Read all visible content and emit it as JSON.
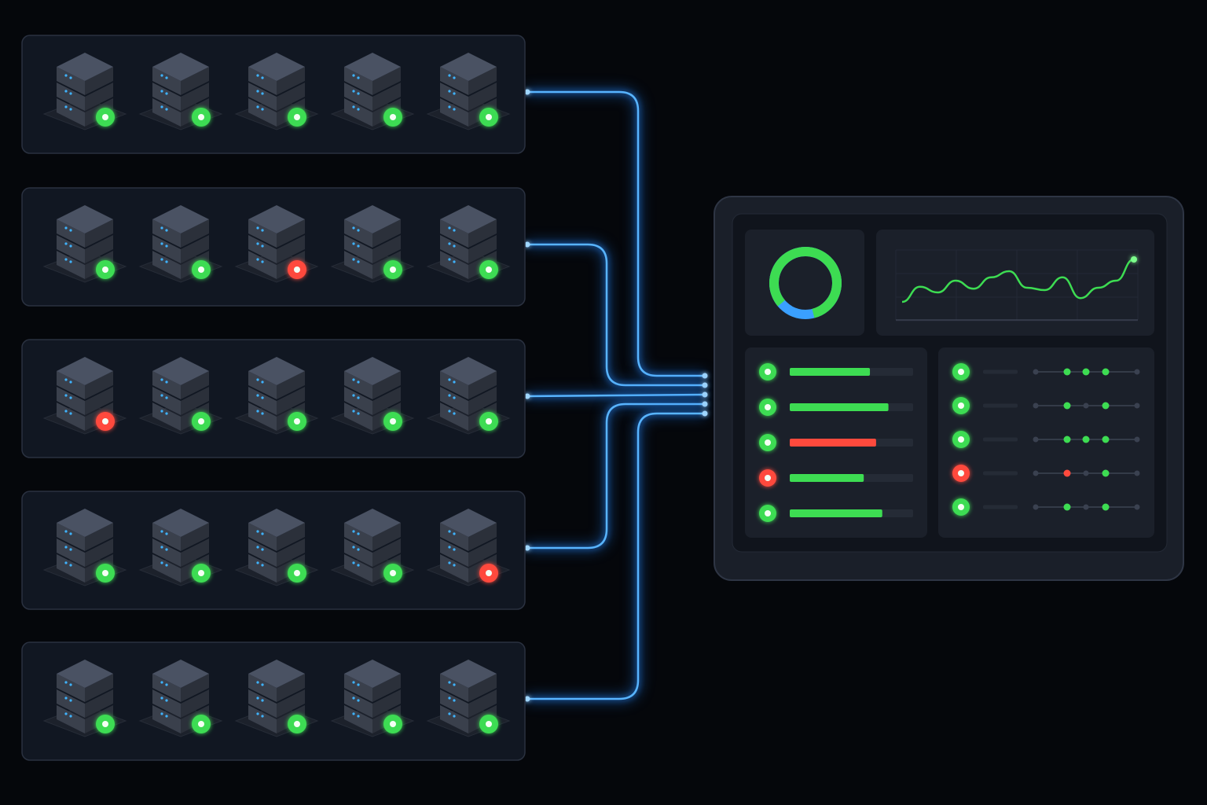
{
  "colors": {
    "background": "#05070b",
    "panel": "#111722",
    "panel_border": "#2a3140",
    "link_blue": "#58b4ff",
    "ok_green": "#3ddc52",
    "error_red": "#ff4a3d",
    "track": "#252b36",
    "server_top": "#4a5263",
    "server_side": "#2b303b"
  },
  "icons": {
    "server": "server-stack-icon",
    "status_ok": "status-ok-icon",
    "status_error": "status-error-icon"
  },
  "server_groups": [
    {
      "statuses": [
        "ok",
        "ok",
        "ok",
        "ok",
        "ok"
      ]
    },
    {
      "statuses": [
        "ok",
        "ok",
        "error",
        "ok",
        "ok"
      ]
    },
    {
      "statuses": [
        "error",
        "ok",
        "ok",
        "ok",
        "ok"
      ]
    },
    {
      "statuses": [
        "ok",
        "ok",
        "ok",
        "ok",
        "error"
      ]
    },
    {
      "statuses": [
        "ok",
        "ok",
        "ok",
        "ok",
        "ok"
      ]
    }
  ],
  "dashboard": {
    "donut": {
      "fraction_ok": 0.82
    },
    "trend": {
      "values": [
        10,
        42,
        30,
        55,
        38,
        62,
        75,
        40,
        35,
        62,
        18,
        40,
        55,
        100
      ]
    },
    "health_rows": [
      {
        "status": "ok",
        "bar_status": "ok",
        "fill": 0.65
      },
      {
        "status": "ok",
        "bar_status": "ok",
        "fill": 0.8
      },
      {
        "status": "ok",
        "bar_status": "error",
        "fill": 0.7
      },
      {
        "status": "error",
        "bar_status": "ok",
        "fill": 0.6
      },
      {
        "status": "ok",
        "bar_status": "ok",
        "fill": 0.75
      }
    ],
    "timeline_rows": [
      {
        "status": "ok",
        "marks": [
          "ok",
          "ok",
          "ok"
        ]
      },
      {
        "status": "ok",
        "marks": [
          "ok",
          "dim",
          "ok"
        ]
      },
      {
        "status": "ok",
        "marks": [
          "ok",
          "ok",
          "ok"
        ]
      },
      {
        "status": "error",
        "marks": [
          "error",
          "dim",
          "ok"
        ]
      },
      {
        "status": "ok",
        "marks": [
          "ok",
          "dim",
          "ok"
        ]
      }
    ]
  }
}
